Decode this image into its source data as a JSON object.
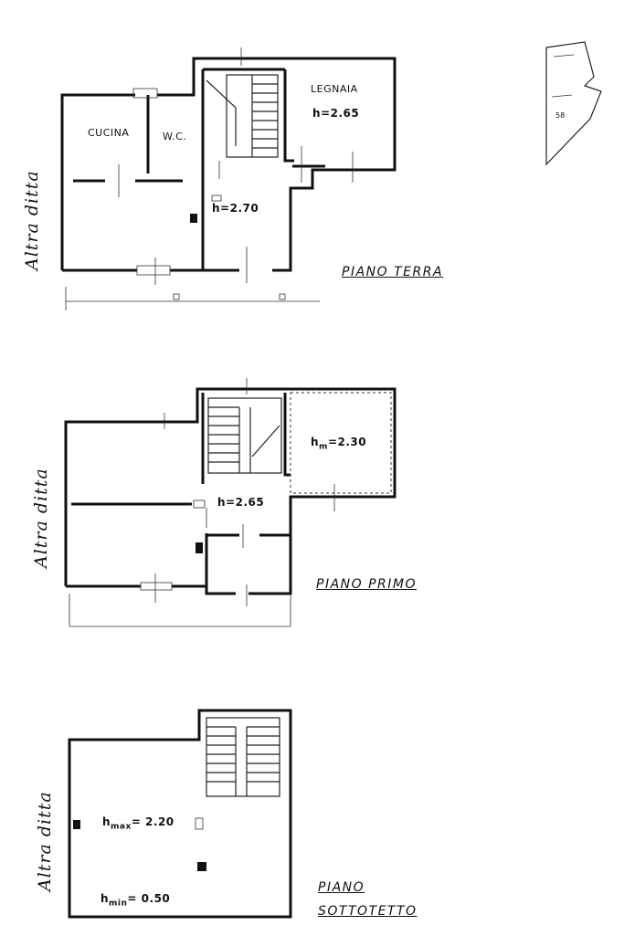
{
  "plans": [
    {
      "title": "PIANO TERRA",
      "side_label": "Altra ditta",
      "rooms": [
        {
          "label": "CUCINA"
        },
        {
          "label": "W.C."
        },
        {
          "label": "LEGNAIA"
        }
      ],
      "heights": [
        {
          "text": "h=2.65"
        },
        {
          "text": "h=2.70"
        }
      ]
    },
    {
      "title": "PIANO   PRIMO",
      "side_label": "Altra ditta",
      "heights": [
        {
          "prefix": "h",
          "sub": "m",
          "value": "=2.30"
        },
        {
          "text": "h=2.65"
        }
      ]
    },
    {
      "title_line1": "PIANO",
      "title_line2": "SOTTOTETTO",
      "side_label": "Altra ditta",
      "heights": [
        {
          "prefix": "h",
          "sub": "max",
          "value": "= 2.20"
        },
        {
          "prefix": "h",
          "sub": "min",
          "value": "= 0.50"
        }
      ]
    }
  ],
  "inset": {
    "number": "58"
  }
}
